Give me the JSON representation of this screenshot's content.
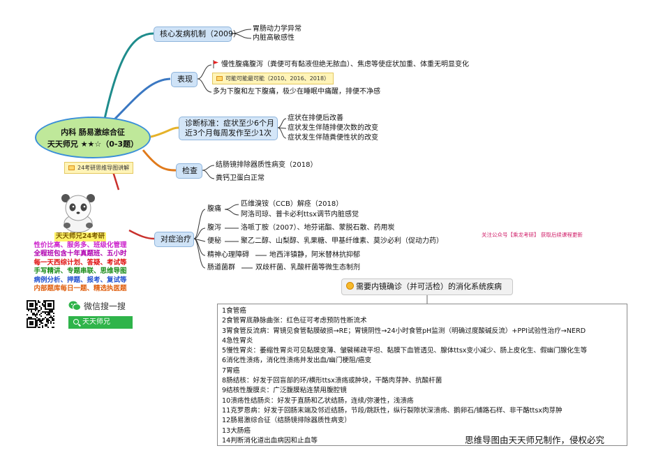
{
  "center": {
    "line1": "内科 肠易激综合征",
    "line2": "天天师兄 ★★☆（0-3题）"
  },
  "center_tag": "24考研思维导图讲解",
  "branches": {
    "mechanism": {
      "label": "核心发病机制（2009）",
      "items": [
        "胃肠动力学异常",
        "内脏高敏感性"
      ]
    },
    "symptoms": {
      "label": "表现",
      "line1": "慢性腹痛腹泻（粪便可有黏液但绝无脓血）、焦虑等使症状加重、体重无明显变化",
      "tag": "可能可能最可能（2010、2016、2018）",
      "line2": "多为下腹和左下腹痛，极少在睡眠中痛醒，排便不净感"
    },
    "diagnosis": {
      "label_line1": "诊断标准：症状至少6个月",
      "label_line2": "近3个月每周发作至少1次",
      "items": [
        "症状在排便后改善",
        "症状发生伴随排便次数的改变",
        "症状发生伴随粪便性状的改变"
      ]
    },
    "exam": {
      "label": "检查",
      "items": [
        "结肠镜排除器质性病变（2018）",
        "粪钙卫蛋白正常"
      ]
    },
    "treatment": {
      "label": "对症治疗",
      "pain": {
        "label": "腹痛",
        "items": [
          "匹维溴铵（CCB）解痉（2018）",
          "阿洛司琼、普卡必利ttsx调节内脏感觉"
        ]
      },
      "diarrhea": {
        "label": "腹泻",
        "text": "洛哌丁胺（2007）、地芬诺酯、蒙脱石散、药用炭"
      },
      "constipation": {
        "label": "便秘",
        "text": "聚乙二醇、山梨醇、乳果糖、甲基纤维素、莫沙必利（促动力药）"
      },
      "psych": {
        "label": "精神心理障碍",
        "text": "地西泮镇静，阿米替林抗抑郁"
      },
      "flora": {
        "label": "肠道菌群",
        "text": "双歧杆菌、乳酸杆菌等微生态制剂"
      }
    }
  },
  "endoscopy_note": "需要内镜确诊（并可活检）的消化系统疾病",
  "disease_list": [
    "1食管癌",
    "2食管胃底静脉曲张：红色征可考虑预防性断流术",
    "3胃食管反流病：胃镜见食管黏膜破损→RE；胃镜阴性→24小时食管pH监测（明确过度酸碱反流）+PPI试验性治疗→NERD",
    "4急性胃炎",
    "5慢性胃炎：萎缩性胃炎可见黏膜变薄、皱襞稀疏平坦、黏膜下血管透见、腺体ttsx变小减少、肠上皮化生、假幽门腺化生等",
    "6消化性溃疡，消化性溃疡并发出血/幽门梗阻/癌变",
    "7胃癌",
    "8肠结核：好发于回盲部的环/横形ttsx溃疡或肿块，干酪肉芽肿、抗酸杆菌",
    "9结核性腹膜炎：广泛腹膜粘连禁用腹腔镜",
    "10溃疡性结肠炎：好发于直肠和乙状结肠，连续/弥漫性，浅溃疡",
    "11克罗恩病：好发于回肠末端及邻近结肠，节段/跳跃性，纵行裂隙状深溃疡、鹅卵石/铺路石样、非干酪ttsx肉芽肿",
    "12肠易激综合征（结肠镜排除器质性病变）",
    "13大肠癌",
    "14判断消化道出血病因和止血等"
  ],
  "copyright": "思维导图由天天师兄制作，侵权必究",
  "wechat_note": "关注公众号【乘龙考研】 获取后续课程更新",
  "promo": {
    "title": "天天师兄24考研",
    "lines": [
      "性价比高、服务多、班级化管理",
      "全程班包含十年真题班、五小时",
      "每一天西综计划、答疑、考试等",
      "手写精讲、专题串联、思维导图",
      "病例分析、押题、报考、复试等",
      "内部题库每日一题、精选执医题"
    ]
  },
  "wechat_search_label": "微信搜一搜",
  "search_button": "天天师兄",
  "colors": {
    "mechanism_link": "#1f8c8c",
    "symptoms_link": "#3b78c2",
    "diagnosis_link": "#e5b22a",
    "exam_link": "#e07a1b",
    "treatment_link": "#c9302c",
    "center_fill": "#bfe89a",
    "promo": [
      "#d0a000",
      "#cc22cc",
      "#b000b0",
      "#e01010",
      "#1a8c1a",
      "#2050d0",
      "#1a7a7a",
      "#e06010"
    ]
  },
  "icons": [
    "flag-icon",
    "calendar-icon",
    "smile-icon",
    "qr-code",
    "panda-mascot",
    "wechat-icon",
    "search-icon"
  ]
}
